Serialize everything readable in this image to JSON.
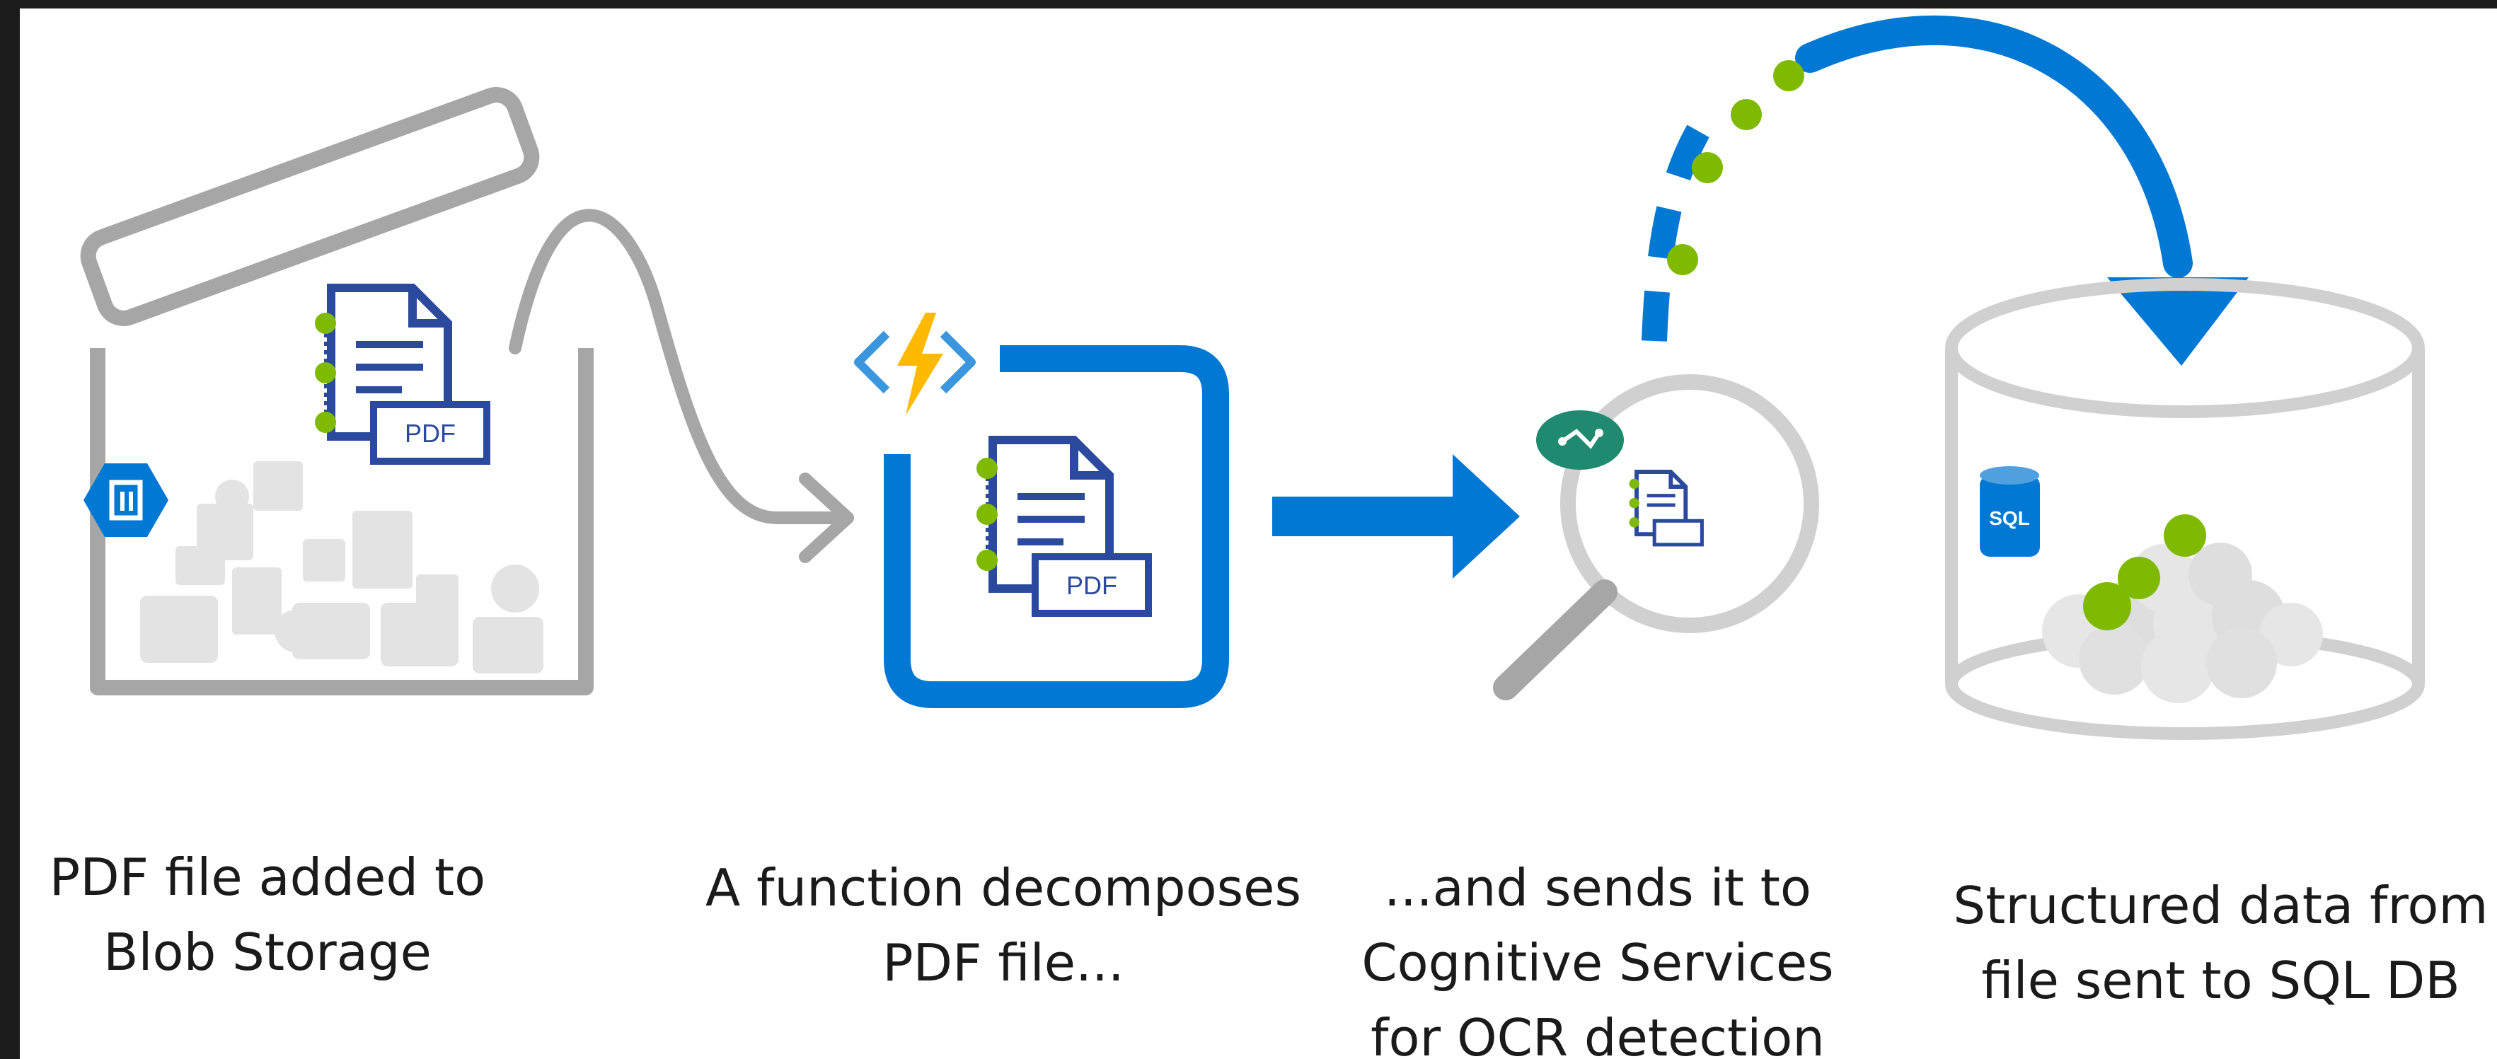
{
  "colors": {
    "background": "#ffffff",
    "frame": "#1b1b1b",
    "azure_blue": "#0078d4",
    "gray_line": "#a6a6a6",
    "light_gray": "#d9d9d9",
    "green": "#7fba00",
    "teal": "#1f8a70",
    "doc_blue": "#2b4a9e",
    "bolt_yellow": "#ffb900"
  },
  "icons": {
    "blob_storage": "blob-storage-icon",
    "function": "azure-function-icon",
    "cognitive": "cognitive-services-icon",
    "sql": "sql-database-icon",
    "pdf_document": "pdf-document-icon"
  },
  "badges": {
    "pdf_label": "PDF",
    "sql_label": "SQL"
  },
  "steps": [
    {
      "id": "blob",
      "lines": [
        "PDF file added to",
        "Blob Storage"
      ]
    },
    {
      "id": "function",
      "lines": [
        "A function decomposes",
        "PDF file..."
      ]
    },
    {
      "id": "cognitive",
      "lines": [
        "...and sends it to",
        "Cognitive Services",
        "for OCR detection"
      ]
    },
    {
      "id": "sql",
      "lines": [
        "Structured data from",
        "file sent to SQL DB"
      ]
    }
  ]
}
